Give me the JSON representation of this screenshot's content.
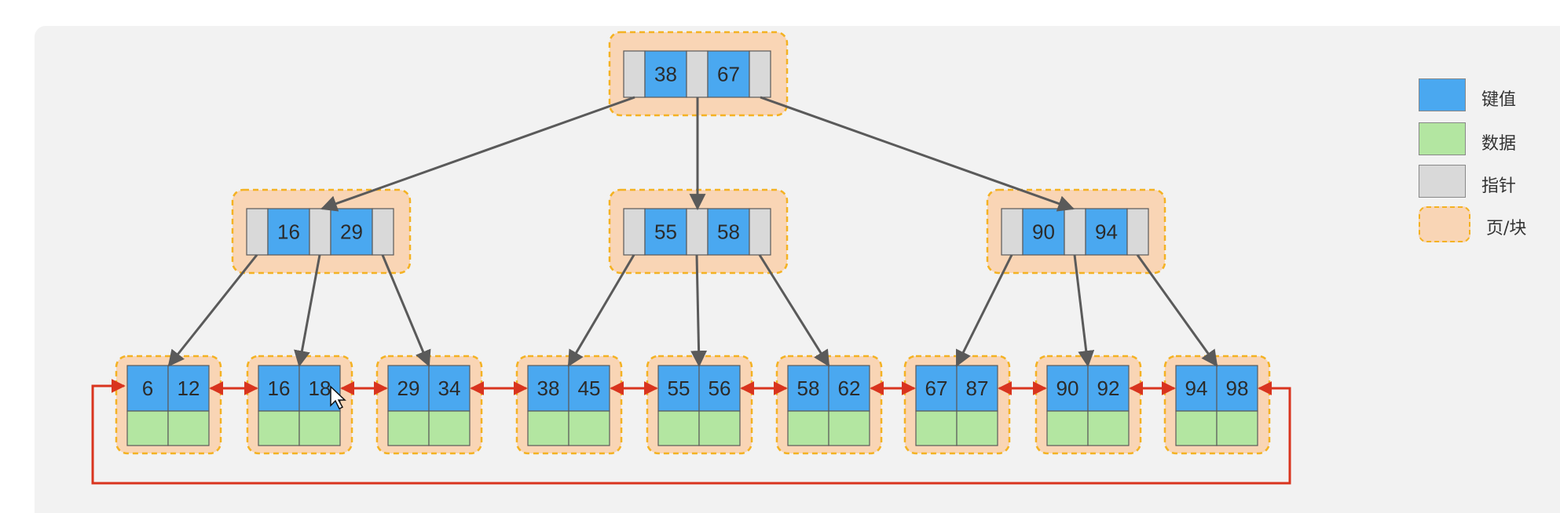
{
  "colors": {
    "key": "#4aa8f0",
    "data": "#b3e6a1",
    "pointer": "#d9d9d9",
    "page": "#f9d5b5",
    "page_border": "#f4b223",
    "tree_arrow": "#5a5a5a",
    "leaf_link": "#d9341e"
  },
  "tree": {
    "root": {
      "keys": [
        "38",
        "67"
      ]
    },
    "internal": [
      {
        "keys": [
          "16",
          "29"
        ]
      },
      {
        "keys": [
          "55",
          "58"
        ]
      },
      {
        "keys": [
          "90",
          "94"
        ]
      }
    ],
    "leaves": [
      {
        "keys": [
          "6",
          "12"
        ]
      },
      {
        "keys": [
          "16",
          "18"
        ]
      },
      {
        "keys": [
          "29",
          "34"
        ]
      },
      {
        "keys": [
          "38",
          "45"
        ]
      },
      {
        "keys": [
          "55",
          "56"
        ]
      },
      {
        "keys": [
          "58",
          "62"
        ]
      },
      {
        "keys": [
          "67",
          "87"
        ]
      },
      {
        "keys": [
          "90",
          "92"
        ]
      },
      {
        "keys": [
          "94",
          "98"
        ]
      }
    ]
  },
  "legend": {
    "key": "键值",
    "data": "数据",
    "pointer": "指针",
    "page": "页/块"
  }
}
